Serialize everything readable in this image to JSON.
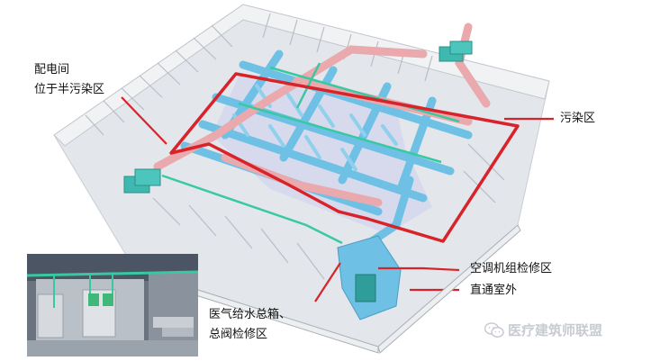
{
  "labels": {
    "power_room_line1": "配电间",
    "power_room_line2": "位于半污染区",
    "contaminated_zone": "污染区",
    "ahu_maintenance": "空调机组检修区",
    "direct_outdoor": "直通室外",
    "gas_water_line1": "医气给水总箱、",
    "gas_water_line2": "总阀检修区"
  },
  "watermark": {
    "text": "医疗建筑师联盟",
    "icon": "wechat-icon"
  },
  "colors": {
    "red_outline": "#d8232a",
    "duct_blue": "#6ec1e4",
    "duct_pink": "#e9a9ad",
    "pipe_green": "#38c9a0",
    "wall": "#e6e8ea",
    "floor": "#dfe3ea"
  }
}
